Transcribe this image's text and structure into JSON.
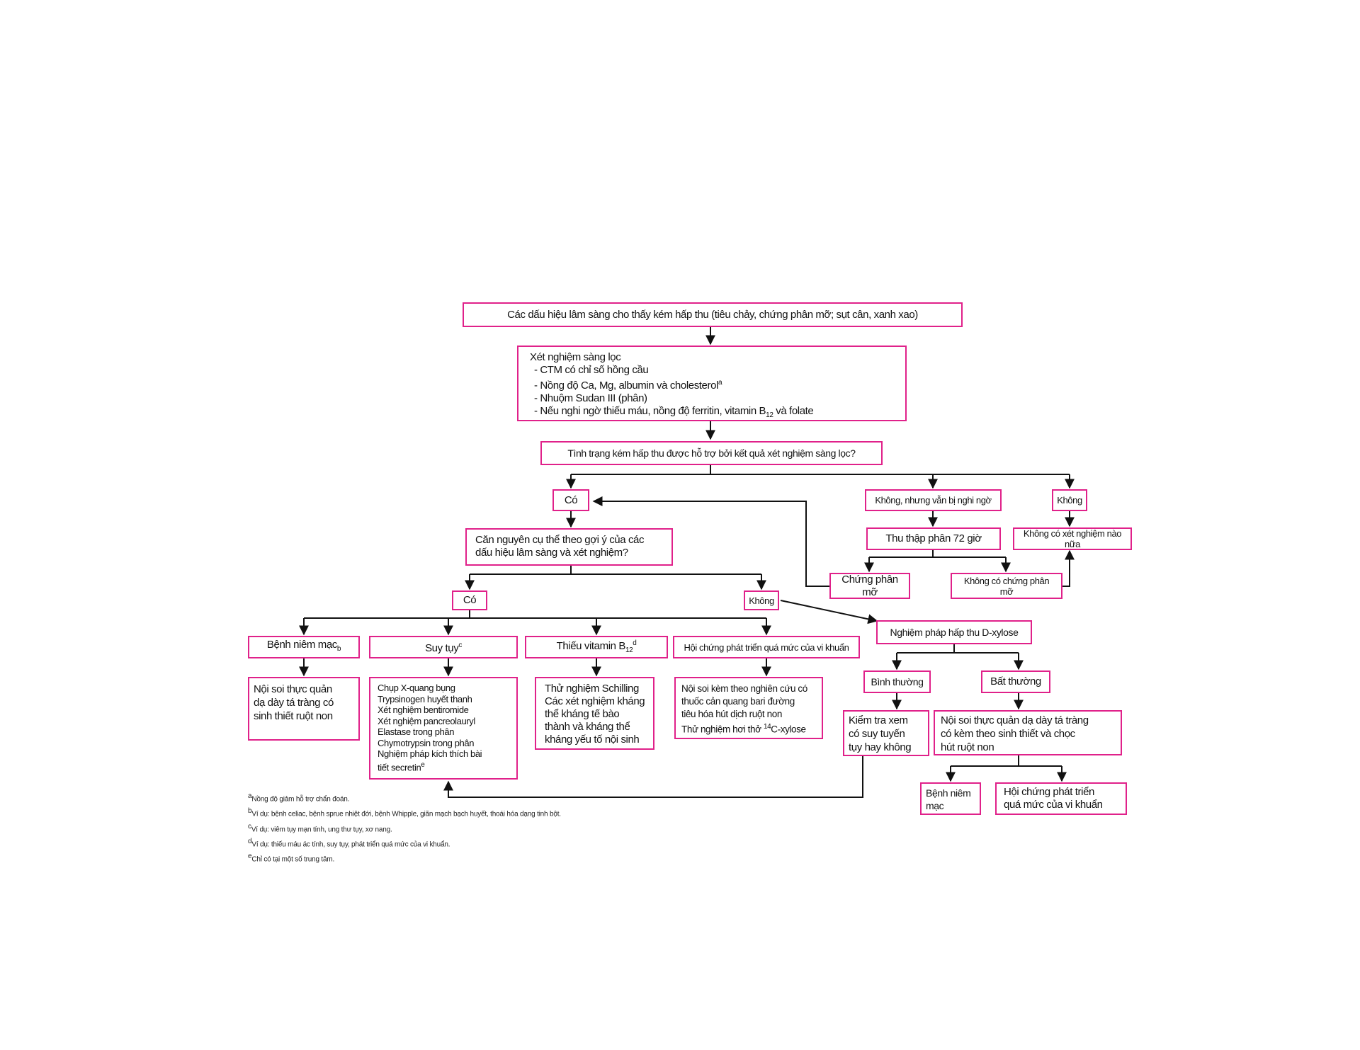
{
  "colors": {
    "box_border": "#e0218a",
    "line": "#111111"
  },
  "nodes": {
    "start": "Các dấu hiệu lâm sàng cho thấy kém hấp thu (tiêu chảy, chứng phân mỡ; sụt cân, xanh xao)",
    "screening": {
      "title": "Xét nghiệm sàng lọc",
      "items": [
        "- CTM có chỉ số hồng cầu",
        "- Nồng độ Ca, Mg, albumin và cholesterol",
        "- Nhuộm Sudan III (phân)",
        "- Nếu nghi ngờ thiếu máu, nồng độ ferritin, vitamin B",
        " và folate"
      ],
      "item2_sup": "a",
      "item4_sub": "12"
    },
    "supported": "Tình trạng kém hấp thu được hỗ trợ bởi kết quả xét nghiệm sàng lọc?",
    "yes1": "Có",
    "no_but_suspected": "Không, nhưng vẫn bị nghi ngờ",
    "no1": "Không",
    "stool72": "Thu thập phân 72 giờ",
    "no_more_tests": "Không có xét nghiệm nào nữa",
    "steatorrhea": "Chứng phân mỡ",
    "no_steatorrhea": "Không có chứng phân mỡ",
    "specific_cause": [
      "Căn nguyên cụ thể theo gợi ý của các",
      "dấu hiệu lâm sàng và xét nghiệm?"
    ],
    "yes2": "Có",
    "no2": "Không",
    "dxylose": "Nghiệm pháp hấp thu D-xylose",
    "mucosal": {
      "text": "Bệnh niêm mạc",
      "sup": "b"
    },
    "pancreatic": {
      "text": "Suy tụy",
      "sup": "c"
    },
    "b12": {
      "text": "Thiếu vitamin B",
      "sub": "12",
      "sup": "d"
    },
    "bacterial": "Hội chứng phát triển quá mức của vi khuẩn",
    "normal": "Bình thường",
    "abnormal": "Bất thường",
    "endoscopy1": [
      "Nội soi thực quản",
      "dạ dày tá tràng có",
      "sinh thiết ruột non"
    ],
    "pancreatic_tests": {
      "items": [
        "Chụp X-quang bụng",
        "Trypsinogen huyết thanh",
        "Xét nghiệm bentiromide",
        "Xét nghiệm pancreolauryl",
        "Elastase trong phân",
        "Chymotrypsin trong phân",
        "Nghiệm pháp kích thích bài",
        "tiết secretin"
      ],
      "last_sup": "e"
    },
    "schilling": [
      "Thử nghiệm Schilling",
      "Các xét nghiệm kháng",
      "thể kháng tế bào",
      "thành và kháng thể",
      "kháng yếu tố nội sinh"
    ],
    "endoscopy2": {
      "items": [
        "Nội soi kèm theo nghiên cứu có",
        "thuốc cản quang bari đường",
        "tiêu hóa hút dịch ruột non"
      ],
      "breath_prefix": "Thử nghiệm hơi thở ",
      "breath_sup": "14",
      "breath_suffix": "C-xylose"
    },
    "check_pancreas": [
      "Kiểm tra xem",
      "có suy tuyến",
      "tụy hay không"
    ],
    "endoscopy3": [
      "Nội soi thực quản dạ dày tá tràng",
      "có kèm theo sinh thiết và chọc",
      "hút ruột non"
    ],
    "mucosal2": [
      "Bệnh niêm",
      "mạc"
    ],
    "bacterial2": [
      "Hội chứng phát triển",
      "quá mức của vi khuẩn"
    ]
  },
  "footnotes": [
    {
      "mark": "a",
      "text": "Nồng độ giảm hỗ trợ chẩn đoán."
    },
    {
      "mark": "b",
      "text": "Ví dụ: bệnh celiac, bệnh sprue nhiệt đới, bệnh Whipple, giãn mạch bạch huyết, thoái hóa dạng tinh bột."
    },
    {
      "mark": "c",
      "text": "Ví dụ: viêm tụy mạn tính, ung thư tụy, xơ nang."
    },
    {
      "mark": "d",
      "text": "Ví dụ: thiếu máu ác tính, suy tụy, phát triển quá mức của vi khuẩn."
    },
    {
      "mark": "e",
      "text": "Chỉ có tại một số trung tâm."
    }
  ]
}
